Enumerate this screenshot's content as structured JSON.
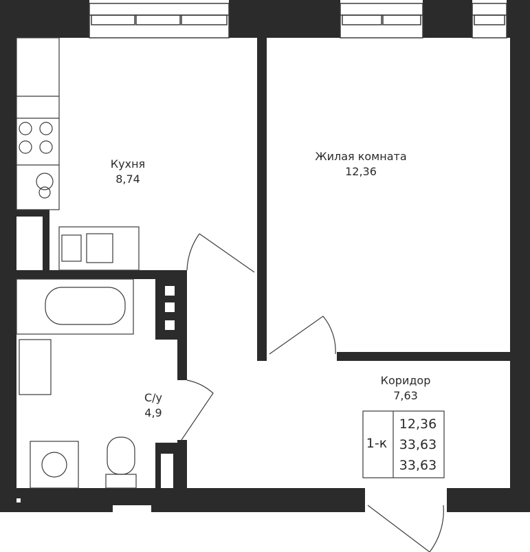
{
  "rooms": {
    "kitchen": {
      "name": "Кухня",
      "area": "8,74"
    },
    "living": {
      "name": "Жилая комната",
      "area": "12,36"
    },
    "corridor": {
      "name": "Коридор",
      "area": "7,63"
    },
    "bathroom": {
      "name": "С/у",
      "area": "4,9"
    }
  },
  "summary": {
    "type": "1-к",
    "living_area": "12,36",
    "total_area": "33,63",
    "total_area_2": "33,63"
  },
  "colors": {
    "wall": "#2b2b2b",
    "line": "#3a3a3a",
    "background": "#ffffff"
  }
}
